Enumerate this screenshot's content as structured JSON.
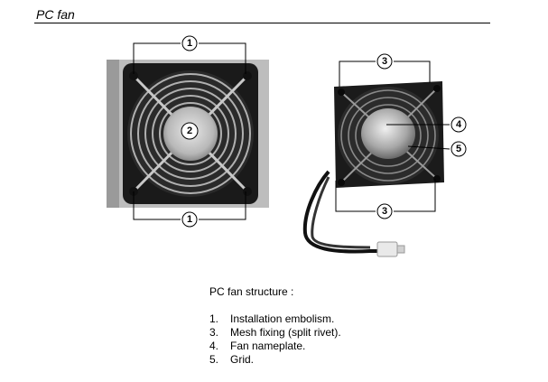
{
  "page": {
    "title": "PC fan"
  },
  "callouts": {
    "left_top": "1",
    "left_center": "2",
    "left_bottom": "1",
    "right_top": "3",
    "right_nameplate": "4",
    "right_grid": "5",
    "right_bottom": "3"
  },
  "caption": {
    "title": "PC fan structure :",
    "items": [
      {
        "num": "1.",
        "text": "Installation embolism."
      },
      {
        "num": "3.",
        "text": "Mesh fixing (split rivet)."
      },
      {
        "num": "4.",
        "text": "Fan nameplate."
      },
      {
        "num": "5.",
        "text": "Grid."
      }
    ]
  }
}
